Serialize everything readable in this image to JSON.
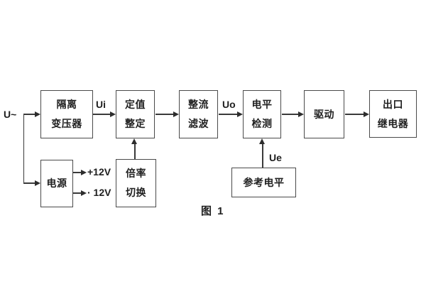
{
  "figure": {
    "caption": "图 1",
    "input_label": "U~",
    "signals": {
      "ui": "Ui",
      "uo": "Uo",
      "ue": "Ue"
    },
    "power_outputs": {
      "plus": "+12V",
      "minus": "· 12V"
    },
    "blocks": {
      "isolation_transformer": {
        "line1": "隔离",
        "line2": "变压器"
      },
      "setting_adjust": {
        "line1": "定值",
        "line2": "整定"
      },
      "rectifier_filter": {
        "line1": "整流",
        "line2": "滤波"
      },
      "level_detect": {
        "line1": "电平",
        "line2": "检测"
      },
      "drive": {
        "line1": "驱动"
      },
      "output_relay": {
        "line1": "出口",
        "line2": "继电器"
      },
      "power_supply": {
        "line1": "电源"
      },
      "ratio_switch": {
        "line1": "倍率",
        "line2": "切换"
      },
      "reference_level": {
        "line1": "参考电平"
      }
    }
  }
}
